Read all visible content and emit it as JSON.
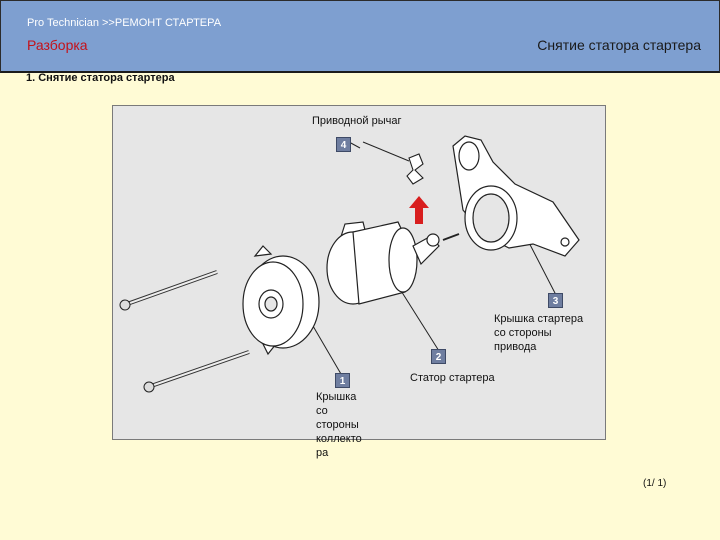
{
  "header": {
    "breadcrumb": "Pro  Technician >>РЕМОНТ СТАРТЕРА",
    "section": "Разборка",
    "page_title": "Снятие статора стартера"
  },
  "step": {
    "title": "1. Снятие статора стартера"
  },
  "figure": {
    "callouts": [
      {
        "number": "1",
        "label": "Крышка\nсо\nстороны\nколлекто\nра"
      },
      {
        "number": "2",
        "label": "Статор стартера"
      },
      {
        "number": "3",
        "label": "Крышка стартера\nсо стороны\nпривода"
      },
      {
        "number": "4",
        "label": "Приводной рычаг"
      }
    ]
  },
  "pager": {
    "text": "(1/ 1)"
  },
  "colors": {
    "header_bg": "#7e9fd0",
    "page_bg": "#fffbd5",
    "section_text": "#c4121a",
    "badge_bg": "#6f7ea0",
    "arrow": "#d81e1e"
  }
}
